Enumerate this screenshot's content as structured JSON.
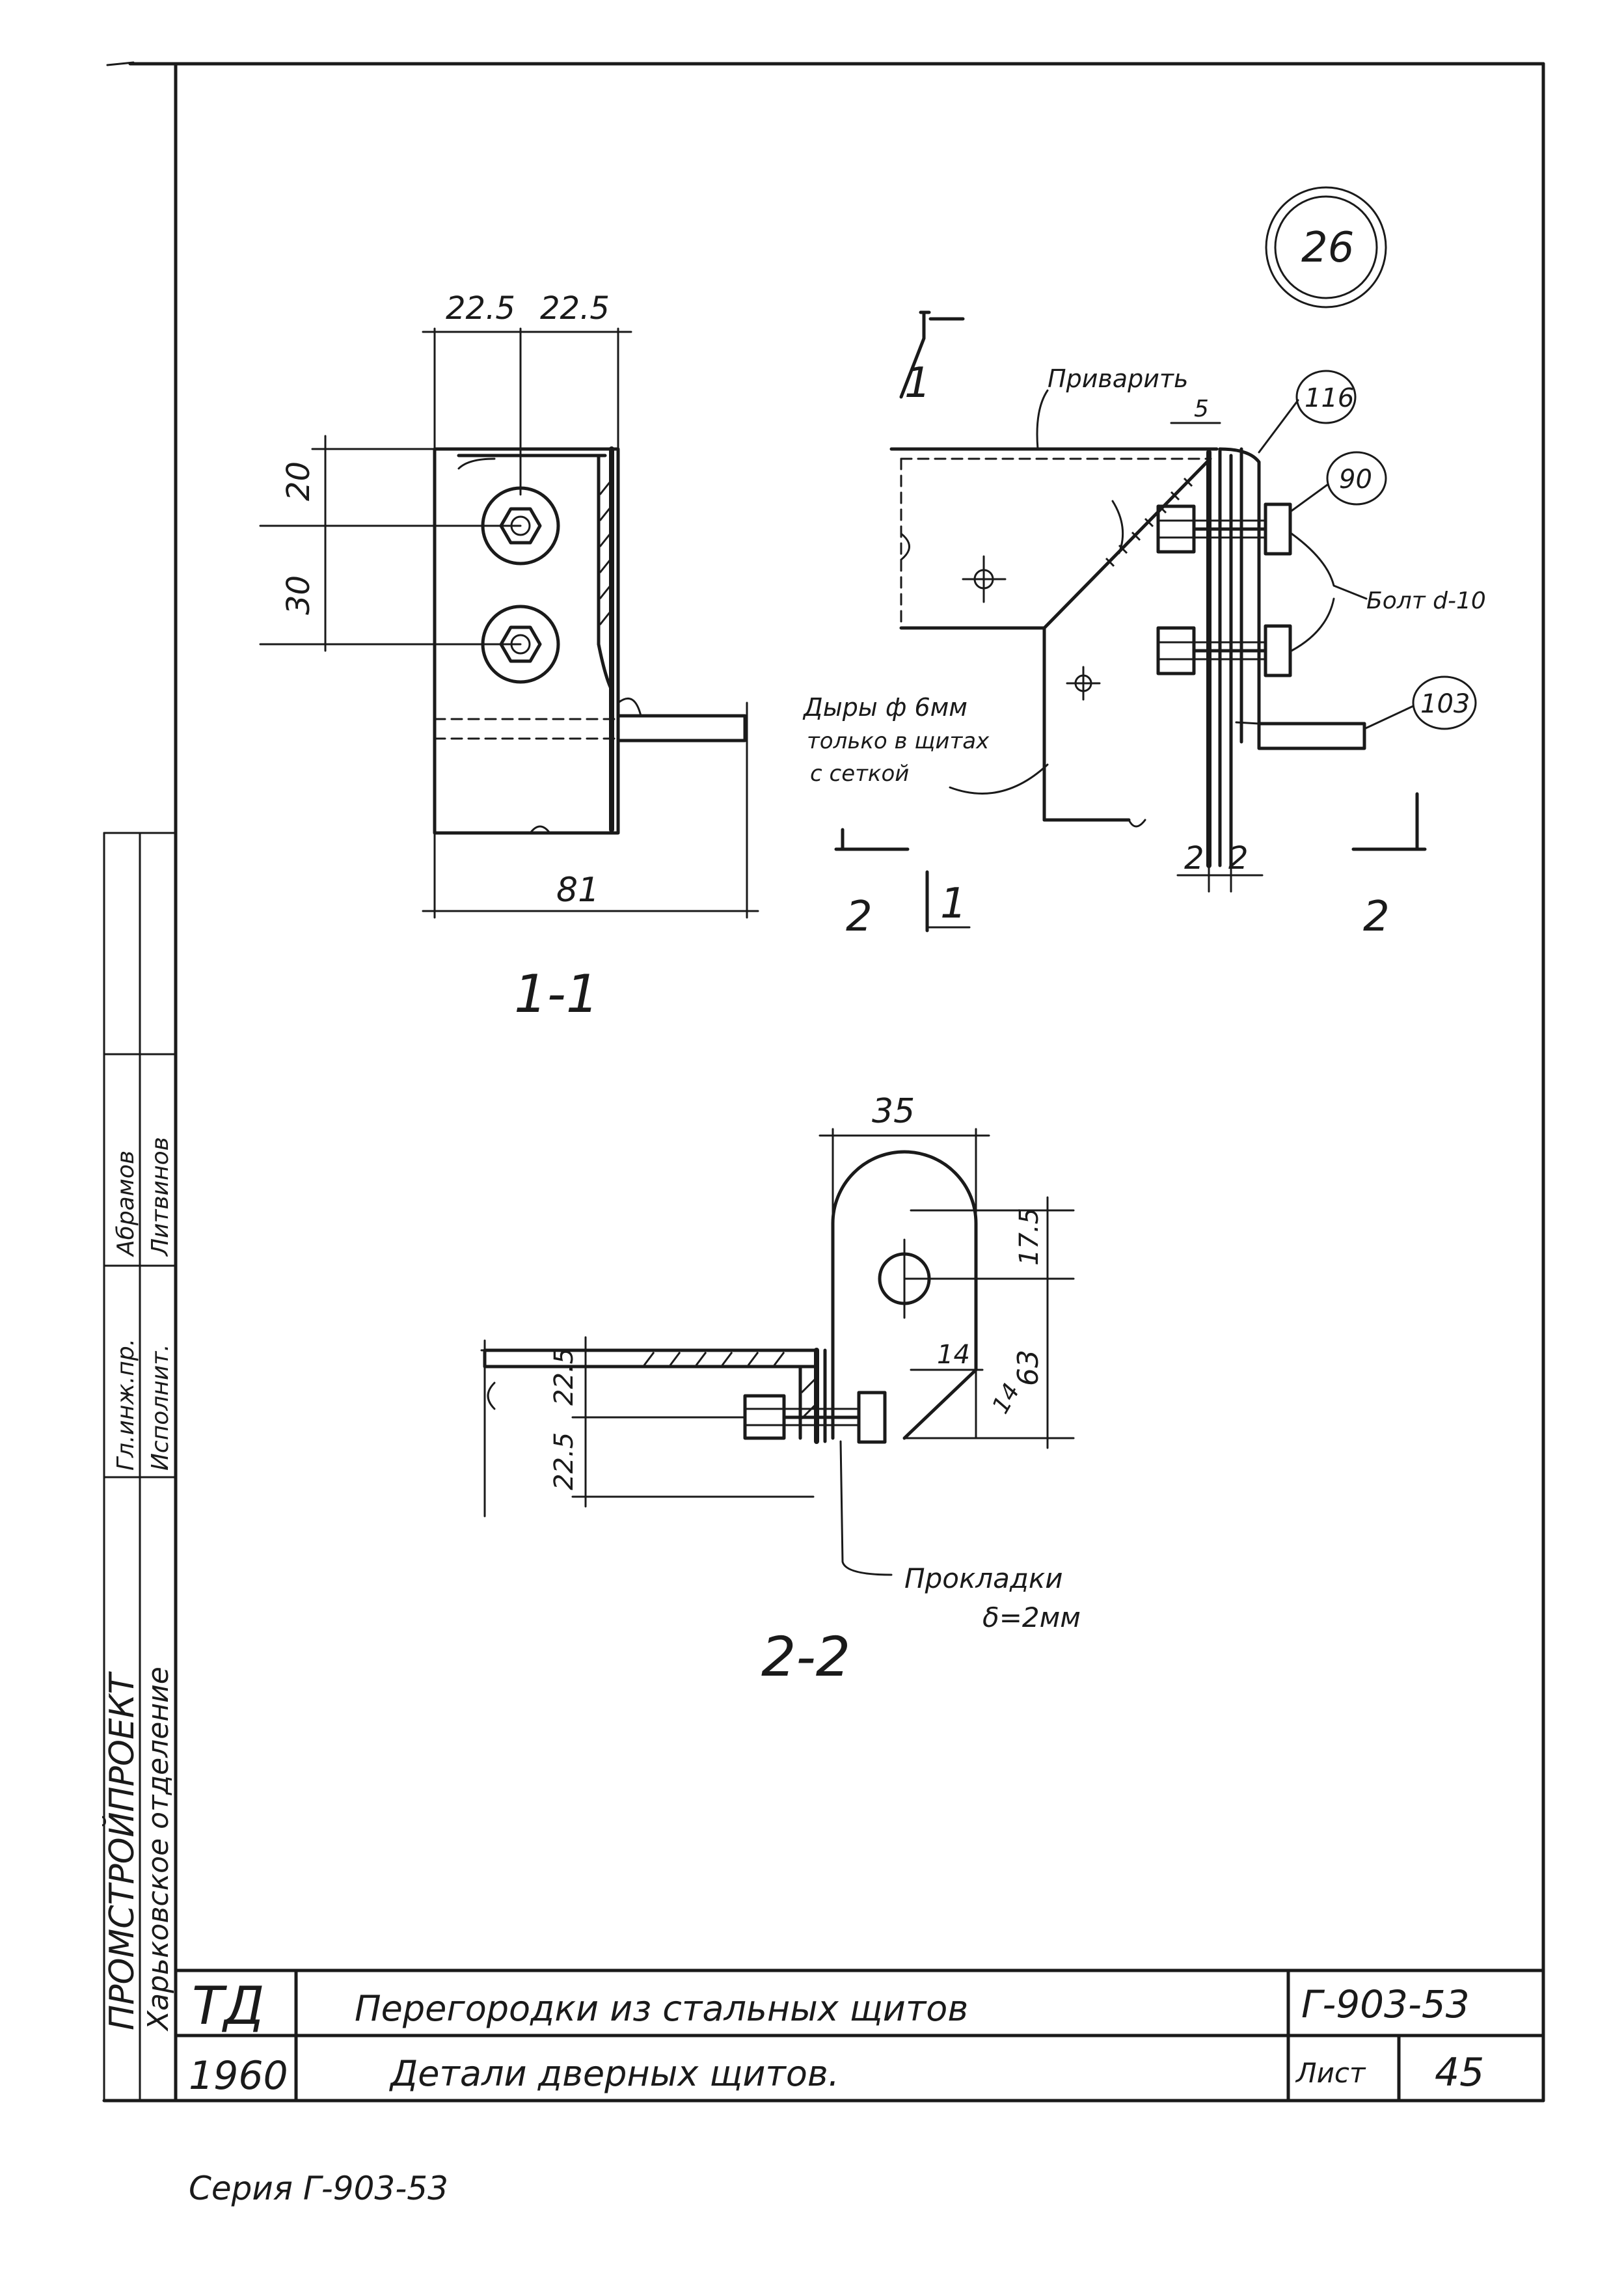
{
  "sheet_number": "26",
  "section_labels": {
    "view_1_1": "1-1",
    "view_2_2": "2-2",
    "mark_1": "1",
    "mark_2": "2"
  },
  "dimensions": {
    "view_1_1": {
      "top_left": "22.5",
      "top_right": "22.5",
      "left_upper": "20",
      "left_lower": "30",
      "bottom": "81"
    },
    "view_top_right": {
      "gap_left": "2",
      "gap_right": "2"
    },
    "view_2_2": {
      "top": "35",
      "right_upper": "17.5",
      "right_lower": "63",
      "left_upper": "22.5",
      "left_lower": "22.5",
      "chamfer_h": "14",
      "chamfer_v": "14"
    }
  },
  "callouts": {
    "c116": "116",
    "c90": "90",
    "c103": "103"
  },
  "notes": {
    "weld": "Приварить",
    "bolt": "Болт d-10",
    "holes_line1": "Дыры ф 6мм",
    "holes_line2": "только в щитах",
    "holes_line3": "с сеткой",
    "gasket_line1": "Прокладки",
    "gasket_line2": "δ=2мм"
  },
  "side_stamp": {
    "org_line1": "ПРОМСТРОЙПРОЕКТ",
    "org_line2": "Харьковское отделение",
    "role_chief": "Гл.инж.пр.",
    "name_chief": "Абрамов",
    "role_exec": "Исполнит.",
    "name_exec": "Литвинов"
  },
  "title_block": {
    "logo": "ТД",
    "year": "1960",
    "title": "Перегородки из стальных щитов",
    "subtitle": "Детали дверных щитов.",
    "series_code": "Г-903-53",
    "sheet_label": "Лист",
    "sheet_value": "45"
  },
  "footer": {
    "series": "Серия Г-903-53"
  }
}
